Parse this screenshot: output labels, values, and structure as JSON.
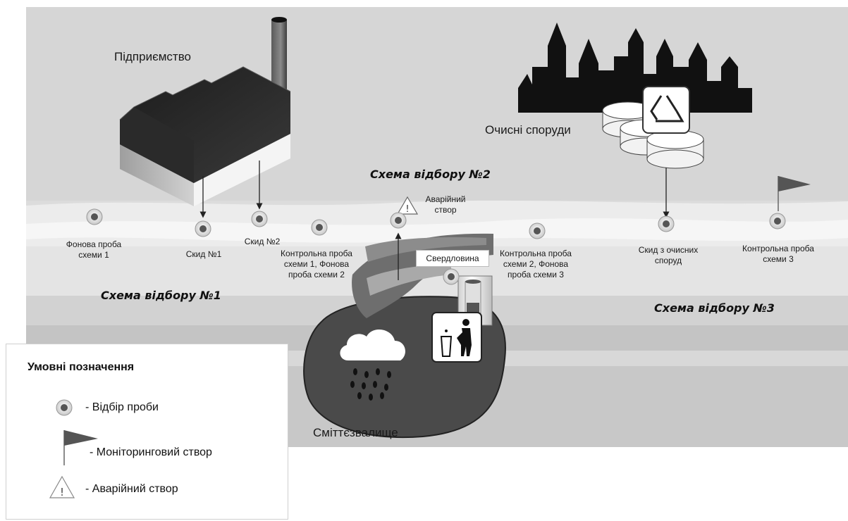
{
  "labels": {
    "enterprise": "Підприємство",
    "treatment": "Очисні споруди",
    "landfill": "Сміттєзвалище",
    "well": "Свердловина",
    "emergency_point": "Аварійний створ",
    "scheme1": "Схема відбору №1",
    "scheme2": "Схема відбору №2",
    "scheme3": "Схема відбору №3"
  },
  "points": {
    "p1": "Фонова проба схеми 1",
    "p2": "Скид №1",
    "p3": "Скид №2",
    "p4": "Контрольна проба схеми 1, Фонова проба схеми 2",
    "p5": "Контрольна проба схеми 2, Фонова проба схеми 3",
    "p6": "Скид з очисних споруд",
    "p7": "Контрольна проба схеми 3"
  },
  "legend": {
    "title": "Умовні позначення",
    "sampling": "- Відбір проби",
    "monitoring": "- Моніторинговий створ",
    "emergency": "- Аварійний створ"
  },
  "icons": {
    "sampling": "sampling-point-icon",
    "monitoring": "flag-icon",
    "emergency": "warning-triangle-icon",
    "recycle": "recycle-icon",
    "trash": "trash-bin-icon",
    "rain": "rain-cloud-icon"
  }
}
